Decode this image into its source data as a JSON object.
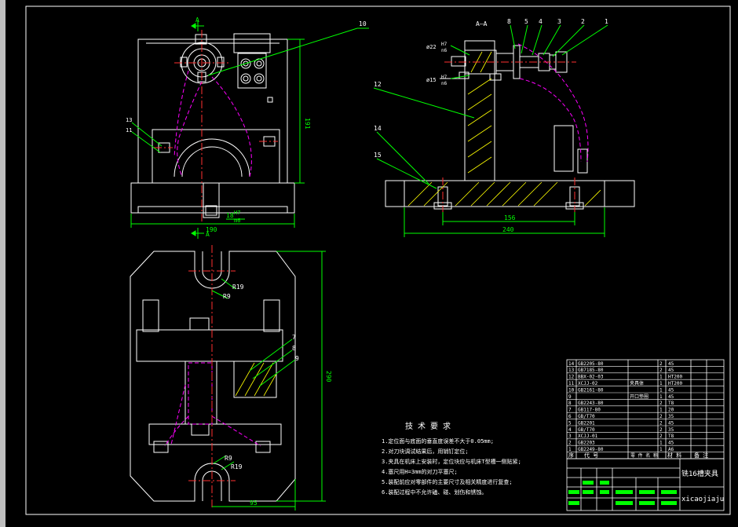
{
  "colors": {
    "background": "#000000",
    "border": "#ffffff",
    "geometry": "#ffffff",
    "dimension": "#00ff00",
    "centerline": "#ff3030",
    "leader": "#00ff00",
    "hatch": "#ffff00",
    "phantom": "#ff00ff",
    "highlight": "#00ff00",
    "callout": "#ffffff"
  },
  "section_marks": {
    "section_letter": "A",
    "section_title": "A—A"
  },
  "front_view": {
    "width_dim": "190",
    "height_dim": "191",
    "fit_base": "18",
    "fit_upper": "H7",
    "fit_lower": "m6",
    "callouts": [
      "10",
      "13",
      "11"
    ]
  },
  "section_view": {
    "fit1_base": "ø22",
    "fit1_upper": "H7",
    "fit1_lower": "n6",
    "fit2_base": "ø15",
    "fit2_upper": "H7",
    "fit2_lower": "n6",
    "dim_inner": "156",
    "dim_outer": "240",
    "callouts_top": [
      "8",
      "5",
      "4",
      "3",
      "2",
      "1"
    ],
    "callouts_left": [
      "12",
      "14",
      "15"
    ]
  },
  "top_view": {
    "r_outer": "R19",
    "r_inner": "R9",
    "height_dim": "290",
    "width_dim": "95",
    "callouts": [
      "7",
      "8",
      "9"
    ]
  },
  "tech_notes": {
    "title": "技 术 要 求",
    "lines": [
      "1.定位面与底面的垂直度误差不大于0.05mm;",
      "2.对刀块调试结果后，用销钉定位;",
      "3.夹具在机床上安装时，定位块应与机床T型槽一侧贴紧;",
      "4.塞尺用H=3mm的对刀平塞尺;",
      "5.装配前应对零部件的主要尺寸及相关精度进行复查;",
      "6.装配过程中不允许磕、碰、划伤和锈蚀。"
    ]
  },
  "parts_list": {
    "rows": [
      {
        "no": "14",
        "code": "GB2205-80",
        "name": "",
        "qty": "2",
        "mat": "45"
      },
      {
        "no": "13",
        "code": "GB7185-80",
        "name": "",
        "qty": "2",
        "mat": "45"
      },
      {
        "no": "12",
        "code": "BBX-02-03",
        "name": "",
        "qty": "1",
        "mat": "HT200"
      },
      {
        "no": "11",
        "code": "XCJJ-02",
        "name": "夹具体",
        "qty": "1",
        "mat": "HT200"
      },
      {
        "no": "10",
        "code": "GB2161-80",
        "name": "",
        "qty": "1",
        "mat": "45"
      },
      {
        "no": "9",
        "code": "",
        "name": "开口垫圈",
        "qty": "1",
        "mat": "45"
      },
      {
        "no": "8",
        "code": "GB2243-80",
        "name": "",
        "qty": "2",
        "mat": "T8"
      },
      {
        "no": "7",
        "code": "GB117-80",
        "name": "",
        "qty": "1",
        "mat": "20"
      },
      {
        "no": "6",
        "code": "GB/T70",
        "name": "",
        "qty": "2",
        "mat": "35"
      },
      {
        "no": "5",
        "code": "GB2201",
        "name": "",
        "qty": "2",
        "mat": "45"
      },
      {
        "no": "4",
        "code": "GB/T70",
        "name": "",
        "qty": "2",
        "mat": "35"
      },
      {
        "no": "3",
        "code": "XCJJ-01",
        "name": "",
        "qty": "2",
        "mat": "T8"
      },
      {
        "no": "2",
        "code": "GB2203",
        "name": "",
        "qty": "1",
        "mat": "45"
      },
      {
        "no": "1",
        "code": "GB2249-80",
        "name": "",
        "qty": "1",
        "mat": "A6"
      }
    ],
    "header": {
      "no": "序",
      "code": "代 号",
      "name": "零 件 名 称",
      "qty": "",
      "mat": "材 料",
      "wt": "备 注"
    }
  },
  "title_block": {
    "drawing_name": "铣16槽夹具",
    "pinyin": "xicaojiaju"
  }
}
